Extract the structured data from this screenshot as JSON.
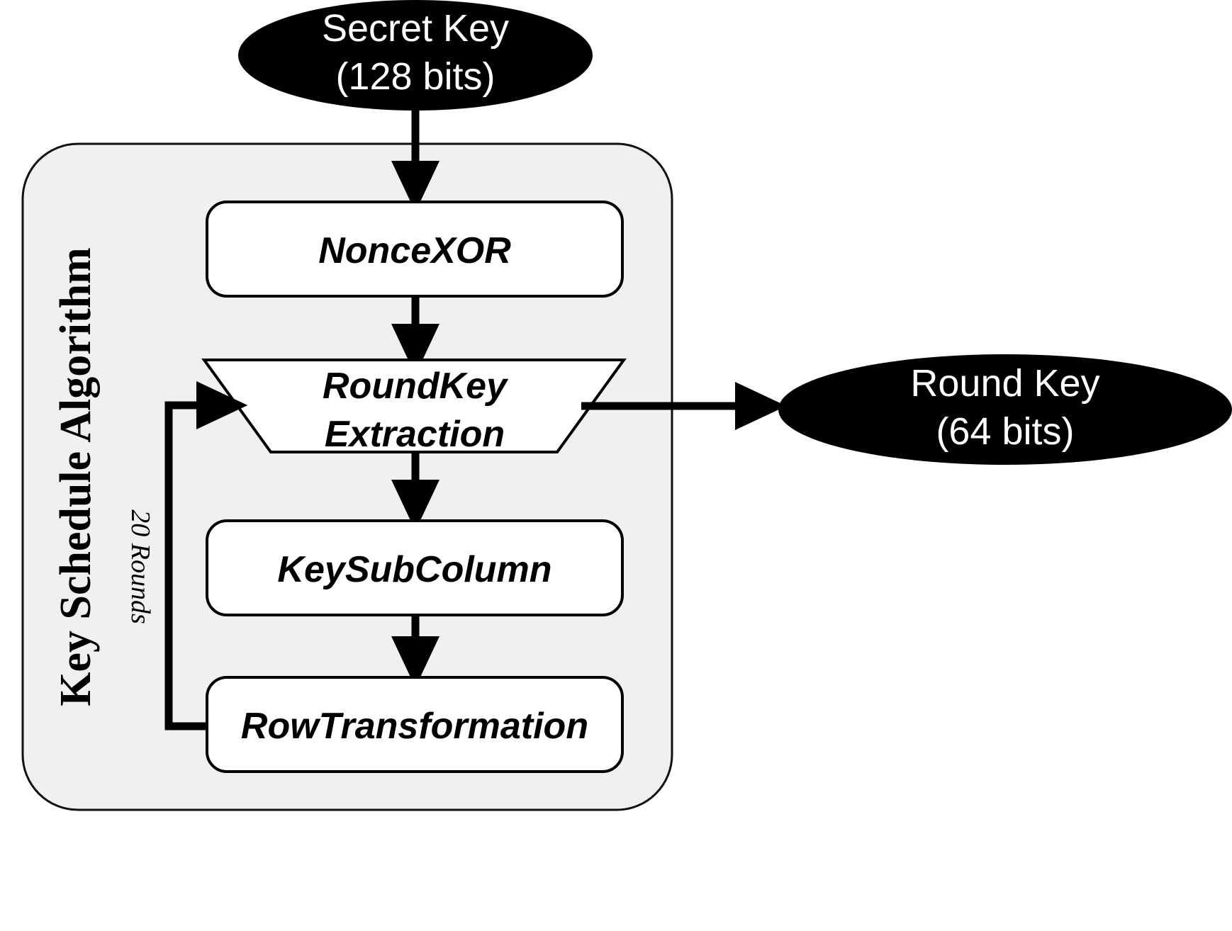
{
  "diagram": {
    "title": "Key Schedule Algorithm",
    "colors": {
      "panel_fill": "#f0f0f0",
      "panel_stroke": "#000000",
      "node_fill": "#ffffff",
      "node_stroke": "#000000",
      "terminal_fill": "#000000",
      "terminal_text": "#ffffff",
      "arrow": "#000000",
      "background": "#ffffff"
    },
    "inputs": [
      {
        "id": "secret-key",
        "shape": "ellipse",
        "line1": "Secret Key",
        "line2": "(128 bits)"
      }
    ],
    "outputs": [
      {
        "id": "round-key",
        "shape": "ellipse",
        "line1": "Round Key",
        "line2": "(64 bits)"
      }
    ],
    "panel": {
      "label": "Key Schedule Algorithm",
      "orientation": "vertical-bottom-to-top"
    },
    "steps": [
      {
        "id": "nonce-xor",
        "shape": "rounded-rect",
        "label": "NonceXOR"
      },
      {
        "id": "roundkey-extraction",
        "shape": "trapezoid",
        "line1": "RoundKey",
        "line2": "Extraction"
      },
      {
        "id": "key-sub-column",
        "shape": "rounded-rect",
        "label": "KeySubColumn"
      },
      {
        "id": "row-transformation",
        "shape": "rounded-rect",
        "label": "RowTransformation"
      }
    ],
    "loop": {
      "id": "rounds-loop",
      "label": "20 Rounds",
      "from": "row-transformation",
      "to": "roundkey-extraction"
    },
    "edges": [
      {
        "from": "secret-key",
        "to": "nonce-xor"
      },
      {
        "from": "nonce-xor",
        "to": "roundkey-extraction"
      },
      {
        "from": "roundkey-extraction",
        "to": "round-key"
      },
      {
        "from": "roundkey-extraction",
        "to": "key-sub-column"
      },
      {
        "from": "key-sub-column",
        "to": "row-transformation"
      },
      {
        "from": "row-transformation",
        "to": "roundkey-extraction"
      }
    ]
  }
}
